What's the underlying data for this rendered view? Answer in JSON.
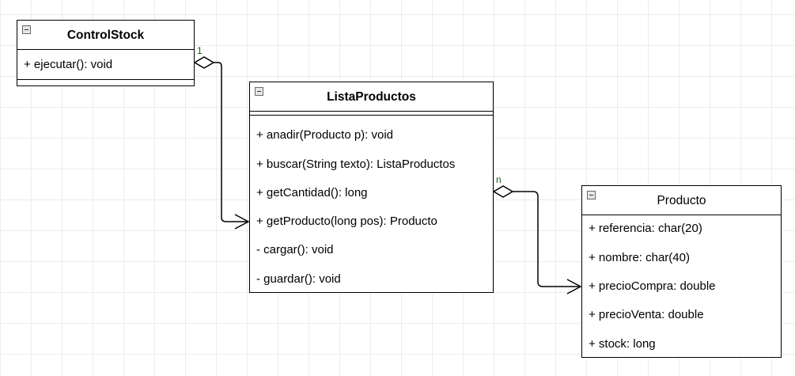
{
  "classes": {
    "control_stock": {
      "name": "ControlStock",
      "attributes": [],
      "methods": [
        "+ ejecutar(): void"
      ]
    },
    "lista_productos": {
      "name": "ListaProductos",
      "attributes": [],
      "methods": [
        "+ anadir(Producto p): void",
        "+ buscar(String texto): ListaProductos",
        "+ getCantidad(): long",
        "+ getProducto(long pos): Producto",
        "- cargar(): void",
        "- guardar(): void"
      ]
    },
    "producto": {
      "name": "Producto",
      "attributes": [
        "+ referencia: char(20)",
        "+ nombre: char(40)",
        "+ precioCompra: double",
        "+ precioVenta: double",
        "+ stock: long"
      ],
      "methods": []
    }
  },
  "associations": [
    {
      "from": "ControlStock",
      "to": "ListaProductos",
      "kind": "aggregation",
      "multiplicity": "1"
    },
    {
      "from": "ListaProductos",
      "to": "Producto",
      "kind": "aggregation",
      "multiplicity": "n"
    }
  ],
  "colors": {
    "line": "#000000",
    "multiplicity": "#1b5e20",
    "grid": "#ececec"
  }
}
